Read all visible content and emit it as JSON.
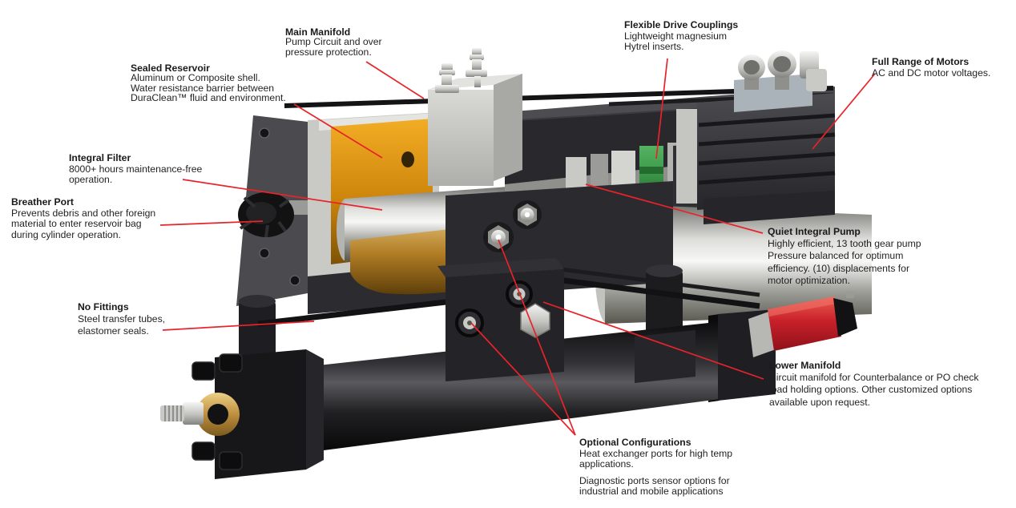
{
  "page": {
    "title": "Electro-hydraulic actuator cutaway diagram",
    "background": "#ffffff"
  },
  "colors": {
    "leader_line": "#E8232A",
    "text": "#231F20",
    "reservoir_amber": "#D8920E",
    "fluid_gold": "#B07C24",
    "coupling_green": "#3E9A4C",
    "valve_red": "#C8202A",
    "brass_bushing": "#C9A24A",
    "steel_silver": "#C9C9C5",
    "housing_black": "#222226"
  },
  "callouts": [
    {
      "id": "main-manifold",
      "title": "Main Manifold",
      "lines": [
        "Pump Circuit and over",
        "pressure protection."
      ]
    },
    {
      "id": "flexible-drive-couplings",
      "title": "Flexible Drive Couplings",
      "lines": [
        "Lightweight magnesium",
        "Hytrel inserts."
      ]
    },
    {
      "id": "full-range-of-motors",
      "title": "Full Range of Motors",
      "lines": [
        "AC and DC motor voltages."
      ]
    },
    {
      "id": "sealed-reservoir",
      "title": "Sealed Reservoir",
      "lines": [
        "Aluminum or Composite shell.",
        "Water resistance barrier between",
        "DuraClean™ fluid and environment."
      ]
    },
    {
      "id": "integral-filter",
      "title": "Integral Filter",
      "lines": [
        "8000+ hours maintenance-free",
        "operation."
      ]
    },
    {
      "id": "breather-port",
      "title": "Breather Port",
      "lines": [
        "Prevents debris and other foreign",
        "material to enter reservoir bag",
        "during cylinder operation."
      ]
    },
    {
      "id": "quiet-integral-pump",
      "title": "Quiet Integral Pump",
      "lines": [
        "Highly efficient, 13 tooth gear pump",
        "Pressure balanced for optimum",
        "efficiency. (10) displacements for",
        "motor optimization."
      ]
    },
    {
      "id": "no-fittings",
      "title": "No Fittings",
      "lines": [
        "Steel transfer tubes,",
        "elastomer seals."
      ]
    },
    {
      "id": "lower-manifold",
      "title": "Lower Manifold",
      "lines": [
        "Circuit manifold for Counterbalance or PO check",
        "load holding options. Other customized options",
        "available upon request."
      ]
    },
    {
      "id": "optional-configurations",
      "title": "Optional Configurations",
      "lines": [
        "Heat exchanger ports for high temp",
        "applications.",
        "",
        "Diagnostic ports sensor options for",
        "industrial and mobile applications"
      ]
    }
  ]
}
